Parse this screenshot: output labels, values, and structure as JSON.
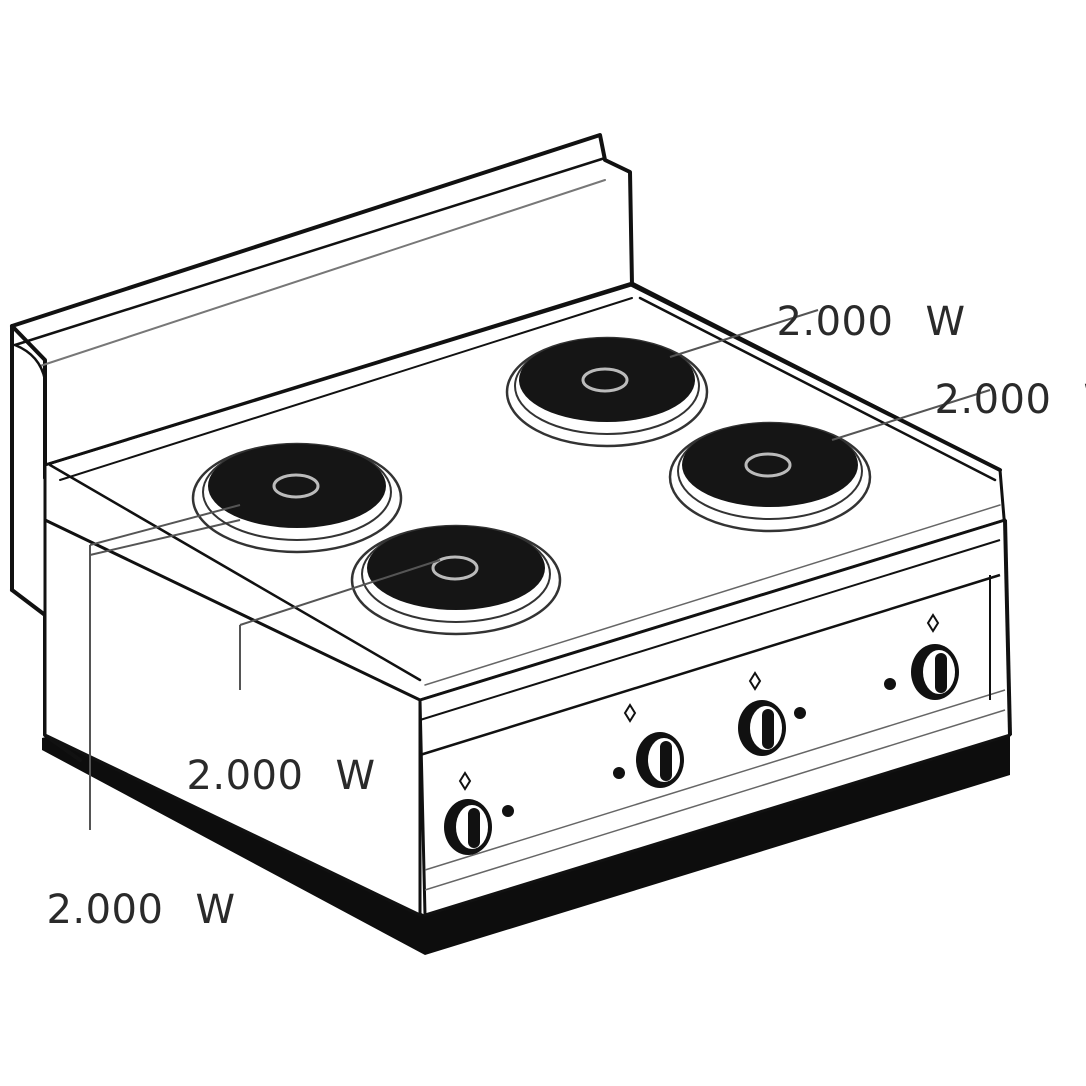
{
  "figure": {
    "subject": "4-plate electric cooktop, isometric line drawing",
    "colors": {
      "line": "#111111",
      "fill": "#ffffff",
      "plate": "#151515",
      "base": "#0d0d0d",
      "label": "#2a2a2a"
    }
  },
  "hotplates": [
    {
      "id": "rear-right-center",
      "power_value": "2.000",
      "power_unit": "W"
    },
    {
      "id": "right",
      "power_value": "2.000",
      "power_unit": "W"
    },
    {
      "id": "front-left-center",
      "power_value": "2.000",
      "power_unit": "W"
    },
    {
      "id": "rear-left",
      "power_value": "2.000",
      "power_unit": "W"
    }
  ],
  "knobs": {
    "count": 4
  }
}
